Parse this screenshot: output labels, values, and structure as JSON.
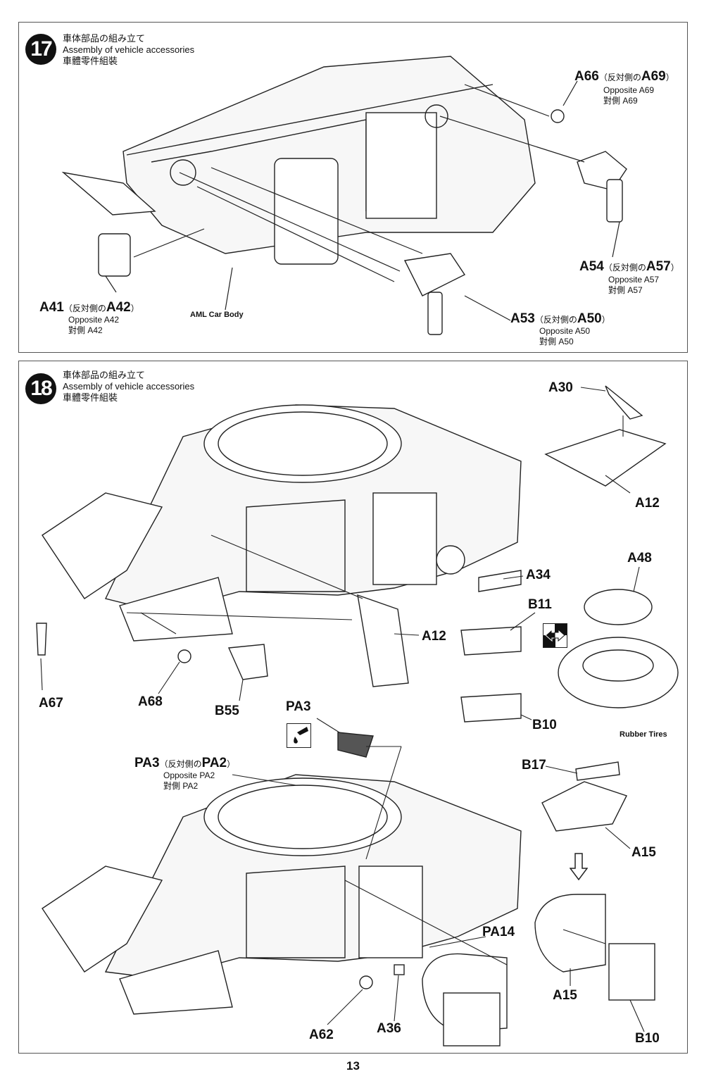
{
  "page_number": "13",
  "steps": [
    {
      "number": "17",
      "title_jp": "車体部品の組み立て",
      "title_en": "Assembly of vehicle accessories",
      "title_tw": "車體零件組裝",
      "callouts": {
        "a66": {
          "part": "A66",
          "paren_pre": "（反対側の",
          "opp_part": "A69",
          "paren_post": "）",
          "opposite_en": "Opposite A69",
          "opposite_tw": "對側 A69"
        },
        "a54": {
          "part": "A54",
          "paren_pre": "（反対側の",
          "opp_part": "A57",
          "paren_post": "）",
          "opposite_en": "Opposite A57",
          "opposite_tw": "對側 A57"
        },
        "a41": {
          "part": "A41",
          "paren_pre": "（反対側の",
          "opp_part": "A42",
          "paren_post": "）",
          "opposite_en": "Opposite A42",
          "opposite_tw": "對側 A42"
        },
        "a53": {
          "part": "A53",
          "paren_pre": "（反対側の",
          "opp_part": "A50",
          "paren_post": "）",
          "opposite_en": "Opposite A50",
          "opposite_tw": "對側 A50"
        }
      },
      "body_label": "AML  Car Body"
    },
    {
      "number": "18",
      "title_jp": "車体部品の組み立て",
      "title_en": "Assembly of vehicle accessories",
      "title_tw": "車體零件組裝",
      "parts": {
        "a30": "A30",
        "a12_top": "A12",
        "a48": "A48",
        "a34": "A34",
        "b11": "B11",
        "a12_mid": "A12",
        "b10_mid": "B10",
        "a67": "A67",
        "a68": "A68",
        "b55": "B55",
        "pa3": "PA3",
        "b17": "B17",
        "a15_top": "A15",
        "pa14": "PA14",
        "a15_bot": "A15",
        "a62": "A62",
        "a36": "A36",
        "b10_bot": "B10"
      },
      "rubber_tires": "Rubber Tires",
      "pa3_callout": {
        "part": "PA3",
        "paren_pre": "（反対側の",
        "opp_part": "PA2",
        "paren_post": "）",
        "opposite_en": "Opposite PA2",
        "opposite_tw": "對側 PA2"
      },
      "icons": [
        "glue-icon",
        "either-side-icon",
        "down-arrow-icon"
      ]
    }
  ]
}
